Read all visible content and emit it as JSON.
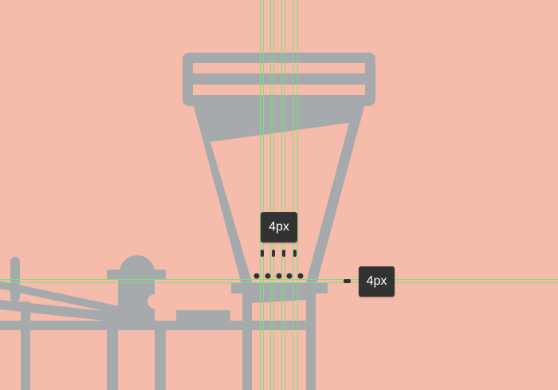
{
  "artboard": {
    "background": "#f5bcab"
  },
  "illustration": {
    "fill": "#a7aaad",
    "guide_color": "#7fe07a"
  },
  "measurements": [
    {
      "text": "4px",
      "orientation": "horizontal"
    },
    {
      "text": "4px",
      "orientation": "vertical"
    }
  ]
}
